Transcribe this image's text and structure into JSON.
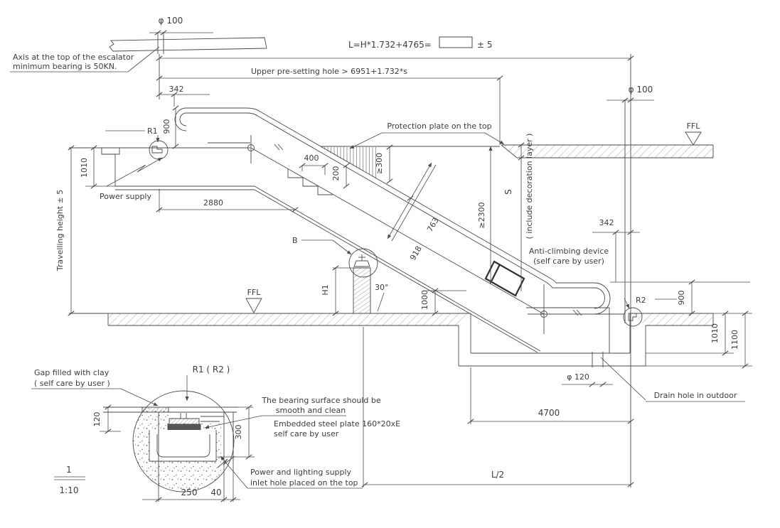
{
  "drawing": {
    "title_colors": {
      "line": "#4a4a4a",
      "text": "#3d3d3d",
      "background": "#ffffff"
    },
    "top": {
      "phi100_left": "φ 100",
      "axis_note_line1": "Axis at the top of the  escalator",
      "axis_note_line2": "minimum bearing is 50KN.",
      "length_formula_prefix": "L=H*1.732+4765=",
      "length_formula_suffix": "± 5",
      "upper_hole_note": "Upper pre-setting hole > 6951+1.732*s",
      "dim_342": "342"
    },
    "left": {
      "dim_900": "900",
      "r1_label": "R1",
      "dim_1010": "1010",
      "power_supply": "Power supply",
      "dim_2880": "2880",
      "travelling_height": "Travelling height ± 5"
    },
    "esc": {
      "dim_400": "400",
      "dim_200": "200",
      "protection_plate": "Protection plate on the top",
      "dim_ge300": "≥300",
      "dim_ge2300": "≥2300",
      "s_label": "S",
      "s_note": "( include decoration layer )",
      "dim_918": "918",
      "dim_763": "763",
      "b_label": "B",
      "h1_label": "H1",
      "angle_30": "30°",
      "dim_1000": "1000",
      "ffl_left": "FFL"
    },
    "right": {
      "phi100": "φ 100",
      "ffl": "FFL",
      "dim_342": "342",
      "anti_climb_line1": "Anti-climbing device",
      "anti_climb_line2": "(self care by user)",
      "r2_label": "R2",
      "dim_900": "900",
      "dim_1010": "1010",
      "dim_1100": "1100"
    },
    "pit": {
      "phi120": "φ 120",
      "drain_note": "Drain hole in outdoor",
      "dim_4700": "4700",
      "dim_l_half": "L/2"
    },
    "detail": {
      "gap_line1": "Gap filled with clay",
      "gap_line2": "( self care by user )",
      "r1_r2": "R1 ( R2 )",
      "dim_120": "120",
      "bearing_line1": "The bearing surface should be",
      "bearing_line2": "smooth and clean",
      "embedded_line1": "Embedded steel plate 160*20xE",
      "embedded_line2": "self care by user",
      "dim_300": "300",
      "power_line1": "Power and lighting supply",
      "power_line2": "inlet hole placed on the top",
      "dim_250": "250",
      "dim_40": "40"
    },
    "scale": {
      "number": "1",
      "ratio": "1:10"
    }
  }
}
